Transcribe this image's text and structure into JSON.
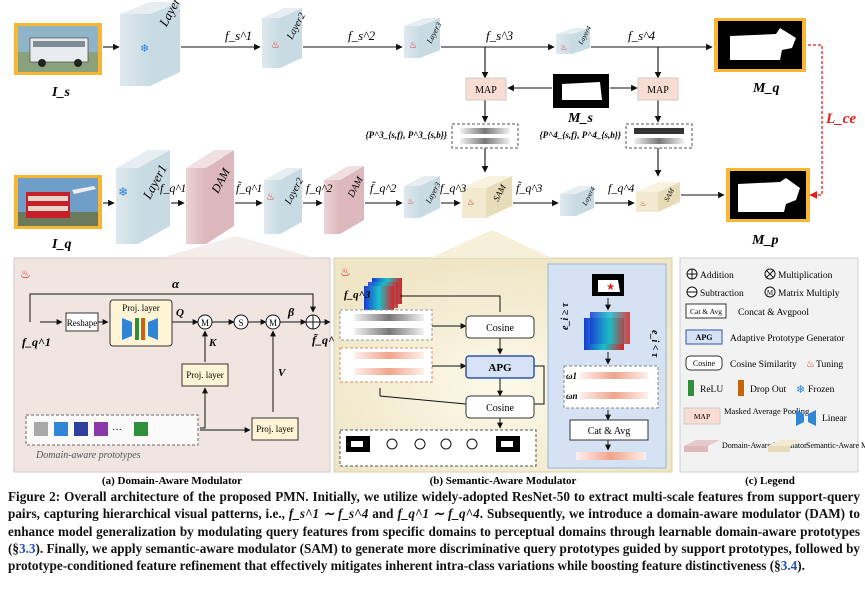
{
  "top": {
    "layers": [
      "Layer1",
      "Layer2",
      "Layer3",
      "Layer4"
    ],
    "features": [
      "f_s^1",
      "f_s^2",
      "f_s^3",
      "f_s^4"
    ],
    "map_label": "MAP",
    "proto_left": "{P^3_{s,f}, P^3_{s,b}}",
    "proto_right": "{P^4_{s,f}, P^4_{s,b}}",
    "Is": "I_s",
    "Ms": "M_s",
    "Mq": "M_q",
    "Mp": "M_p",
    "Lce": "L_ce"
  },
  "mid": {
    "layers": [
      "Layer1",
      "DAM",
      "Layer2",
      "DAM",
      "Layer3",
      "SAM",
      "Layer4",
      "SAM"
    ],
    "features": [
      "f_q^1",
      "f̃_q^1",
      "f_q^2",
      "f̃_q^2",
      "f_q^3",
      "f̃_q^3",
      "f_q^4"
    ],
    "Iq": "I_q"
  },
  "panel_a": {
    "title": "(a) Domain-Aware Modulator",
    "reshape": "Reshape",
    "proj": "Proj. layer",
    "alpha": "α",
    "beta": "β",
    "Q": "Q",
    "K": "K",
    "V": "V",
    "M": "M",
    "S": "S",
    "prototypes_label": "Domain-aware prototypes",
    "proto_colors": [
      "#a9a9a9",
      "#2f86d6",
      "#2f3f9e",
      "#8a3aa8",
      "#2f8f3a"
    ]
  },
  "panel_b": {
    "title": "(b) Semantic-Aware Modulator",
    "cosine": "Cosine",
    "apg": "APG",
    "cat_avg": "Cat & Avg",
    "omega1": "ω1",
    "omegan": "ωn",
    "ge": "e_i ≥ τ",
    "lt": "e_i < τ"
  },
  "legend": {
    "title": "(c) Legend",
    "items": [
      "Addition",
      "Multiplication",
      "Subtraction",
      "Matrix Multiply",
      "Concat & Avgpool",
      "Adaptive Prototype Generator",
      "Cosine Similarity",
      "Tuning",
      "ReLU",
      "Drop Out",
      "Frozen",
      "Masked Average Pooling",
      "Linear",
      "Domain-Aware Modulator",
      "Semantic-Aware Modulator"
    ],
    "box_labels": [
      "Cat & Avg",
      "APG",
      "Cosine",
      "MAP"
    ]
  },
  "caption": {
    "lead": "Figure 2: Overall architecture of the proposed PMN.",
    "text1": " Initially, we utilize widely-adopted ResNet-50 to extract multi-scale features from support-query pairs, capturing hierarchical visual patterns, i.e., ",
    "math1": "f_s^1 ∼ f_s^4",
    "mid1": " and ",
    "math2": "f_q^1 ∼ f_q^4",
    "text2": ". Subsequently, we introduce a domain-aware modulator (DAM) to enhance model generalization by modulating query features from specific domains to perceptual domains through learnable domain-aware prototypes (§",
    "ref1": "3.3",
    "text3": "). Finally, we apply semantic-aware modulator (SAM) to generate more discriminative query prototypes guided by support prototypes, followed by prototype-conditioned feature refinement that effectively mitigates inherent intra-class variations while boosting feature distinctiveness (§",
    "ref2": "3.4",
    "text4": ")."
  }
}
